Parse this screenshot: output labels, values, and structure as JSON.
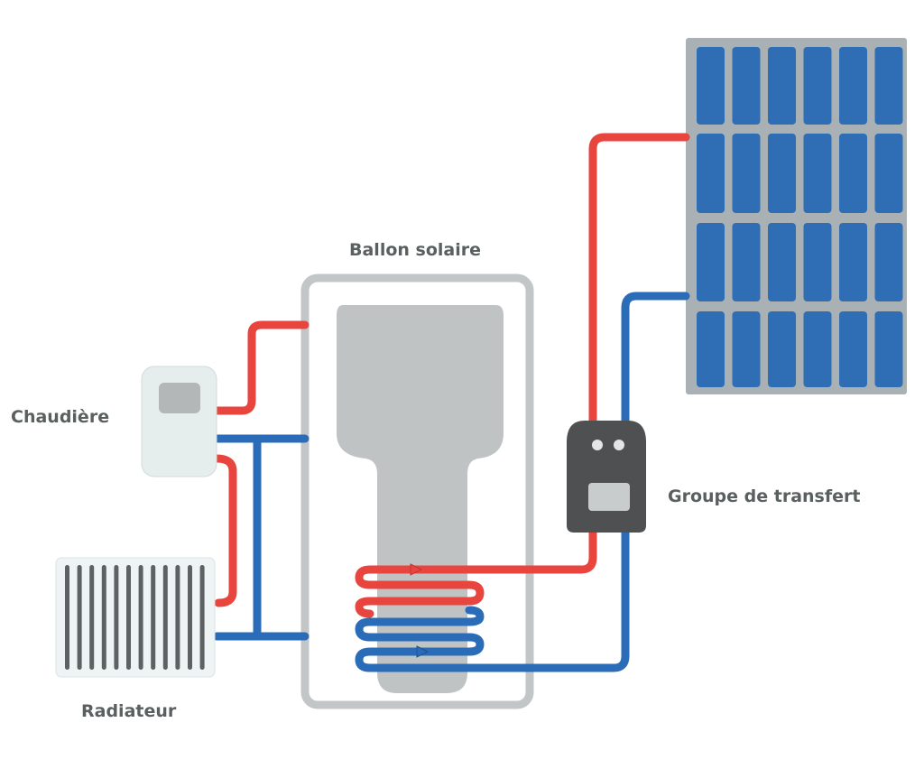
{
  "labels": {
    "tank": "Ballon solaire",
    "boiler": "Chaudière",
    "radiator": "Radiateur",
    "transfer_group": "Groupe de transfert"
  },
  "colors": {
    "hot": "#e8453f",
    "cold": "#2a6cb8",
    "panel_cell": "#2f6db5",
    "frame": "#c2c6c7",
    "transfer_body": "#4e5052"
  }
}
